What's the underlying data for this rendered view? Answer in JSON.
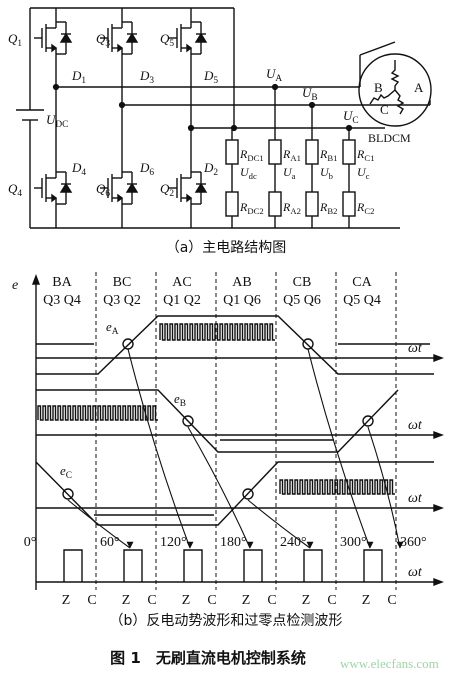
{
  "circuit": {
    "switches": [
      "Q1",
      "Q3",
      "Q5",
      "Q4",
      "Q6",
      "Q2"
    ],
    "diodes": [
      "D1",
      "D3",
      "D5",
      "D4",
      "D6",
      "D2"
    ],
    "source_label": "U",
    "source_sub": "DC",
    "node_ua": "U",
    "node_ua_sub": "A",
    "node_ub": "U",
    "node_ub_sub": "B",
    "node_uc": "U",
    "node_uc_sub": "C",
    "motor_label": "BLDCM",
    "motor_phases": [
      "B",
      "A",
      "C"
    ],
    "resistors": [
      {
        "main": "R",
        "sub": "DC1"
      },
      {
        "main": "R",
        "sub": "A1"
      },
      {
        "main": "R",
        "sub": "B1"
      },
      {
        "main": "R",
        "sub": "C1"
      },
      {
        "main": "R",
        "sub": "DC2"
      },
      {
        "main": "R",
        "sub": "A2"
      },
      {
        "main": "R",
        "sub": "B2"
      },
      {
        "main": "R",
        "sub": "C2"
      }
    ],
    "sense_labels": [
      {
        "main": "U",
        "sub": "dc"
      },
      {
        "main": "U",
        "sub": "a"
      },
      {
        "main": "U",
        "sub": "b"
      },
      {
        "main": "U",
        "sub": "c"
      }
    ]
  },
  "caption_a": "（a）主电路结构图",
  "waveforms": {
    "y_axis_label": "e",
    "x_axis_label": "ωt",
    "phase_pairs": [
      "BA",
      "BC",
      "AC",
      "AB",
      "CB",
      "CA"
    ],
    "switch_pairs": [
      "Q3 Q4",
      "Q3 Q2",
      "Q1 Q2",
      "Q1 Q6",
      "Q5 Q6",
      "Q5 Q4"
    ],
    "emf_labels": [
      {
        "main": "e",
        "sub": "A"
      },
      {
        "main": "e",
        "sub": "B"
      },
      {
        "main": "e",
        "sub": "C"
      }
    ],
    "angle_ticks": [
      "0°",
      "60°",
      "120°",
      "180°",
      "240°",
      "300°",
      "360°"
    ],
    "zc_labels": [
      "Z",
      "C",
      "Z",
      "C",
      "Z",
      "C",
      "Z",
      "C",
      "Z",
      "C",
      "Z",
      "C"
    ]
  },
  "caption_b": "（b）反电动势波形和过零点检测波形",
  "figure_title": "图 1　无刷直流电机控制系统",
  "watermark": "www.elecfans.com"
}
